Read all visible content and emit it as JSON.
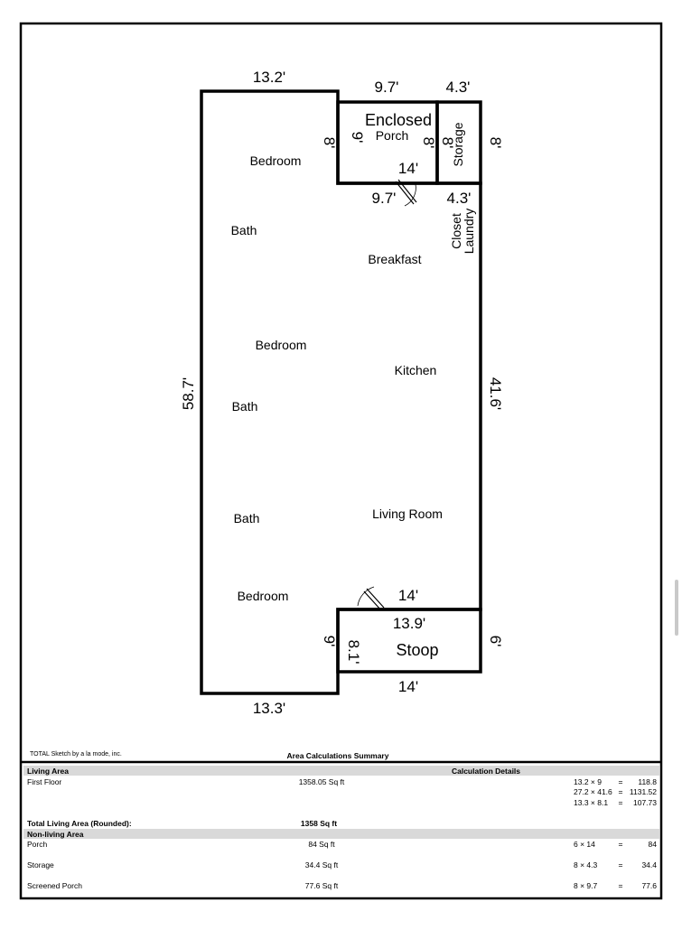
{
  "plan": {
    "dimensions": {
      "top_main": "13.2'",
      "top_porch": "9.7'",
      "top_storage": "4.3'",
      "left_main": "58.7'",
      "right_main": "41.6'",
      "bottom_main": "13.3'",
      "porch_left": "8'",
      "porch_inner_left": "9'",
      "porch_inner_right": "8'",
      "storage_inner": "8'",
      "storage_right": "8'",
      "porch_bottom": "14'",
      "porch_below": "9.7'",
      "storage_below": "4.3'",
      "stoop_top": "14'",
      "stoop_inner_top": "13.9'",
      "stoop_left": "9'",
      "stoop_inner_left": "8.1'",
      "stoop_right": "6'",
      "stoop_bottom": "14'"
    },
    "rooms": {
      "bedroom1": "Bedroom",
      "bath1": "Bath",
      "breakfast": "Breakfast",
      "bedroom2": "Bedroom",
      "kitchen": "Kitchen",
      "bath2": "Bath",
      "living": "Living Room",
      "bath3": "Bath",
      "bedroom3": "Bedroom",
      "enclosed": "Enclosed",
      "porch": "Porch",
      "storage": "Storage",
      "closet": "Closet",
      "laundry": "Laundry",
      "stoop": "Stoop"
    }
  },
  "footer": {
    "credit": "TOTAL Sketch by a la mode, inc.",
    "summary_title": "Area Calculations Summary"
  },
  "table": {
    "living_header": "Living Area",
    "calc_header": "Calculation Details",
    "first_floor": {
      "label": "First Floor",
      "value": "1358.05 Sq ft"
    },
    "calc_rows": [
      {
        "expr": "13.2 × 9",
        "eq": "=",
        "result": "118.8"
      },
      {
        "expr": "27.2 × 41.6",
        "eq": "=",
        "result": "1131.52"
      },
      {
        "expr": "13.3 × 8.1",
        "eq": "=",
        "result": "107.73"
      }
    ],
    "total": {
      "label": "Total Living Area (Rounded):",
      "value": "1358 Sq ft"
    },
    "nonliving_header": "Non-living Area",
    "nonliving": [
      {
        "label": "Porch",
        "value": "84 Sq ft",
        "expr": "6 × 14",
        "eq": "=",
        "result": "84"
      },
      {
        "label": "Storage",
        "value": "34.4 Sq ft",
        "expr": "8 × 4.3",
        "eq": "=",
        "result": "34.4"
      },
      {
        "label": "Screened Porch",
        "value": "77.6 Sq ft",
        "expr": "8 × 9.7",
        "eq": "=",
        "result": "77.6"
      }
    ]
  }
}
